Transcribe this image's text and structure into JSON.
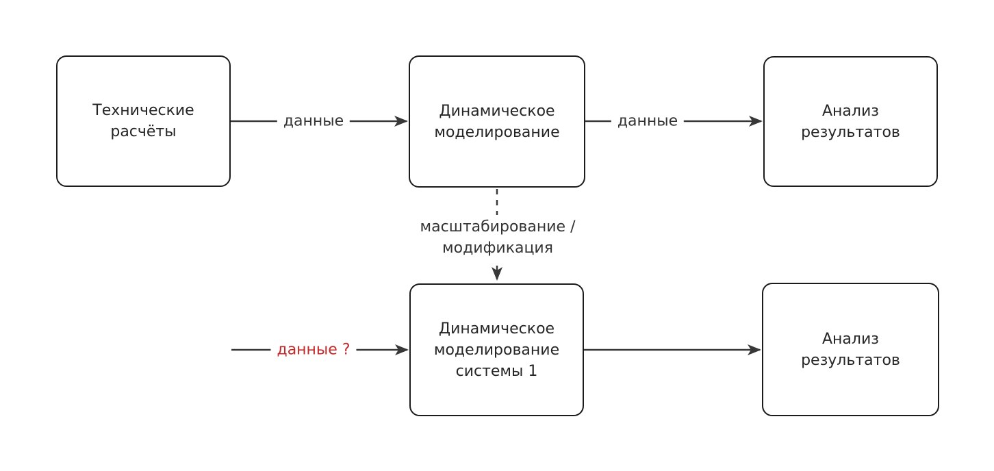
{
  "diagram": {
    "type": "flowchart",
    "direction": "left-to-right, two rows",
    "colors": {
      "background": "#ffffff",
      "node_fill": "#ffffff",
      "node_border": "#1b1b1b",
      "edge_stroke": "#383838",
      "text": "#262626",
      "edge_label_text": "#333333",
      "highlight_label_red": "#c22a2a"
    },
    "nodes": [
      {
        "id": "technical-calculations",
        "label": "Технические\nрасчёты"
      },
      {
        "id": "dynamic-modeling",
        "label": "Динамическое\nмоделирование"
      },
      {
        "id": "results-analysis-top",
        "label": "Анализ\nрезультатов"
      },
      {
        "id": "dynamic-modeling-system-1",
        "label": "Динамическое\nмоделирование\nсистемы 1"
      },
      {
        "id": "results-analysis-bottom",
        "label": "Анализ\nрезультатов"
      }
    ],
    "edges": [
      {
        "from": "technical-calculations",
        "to": "dynamic-modeling",
        "label": "данные",
        "style": "solid-arrow"
      },
      {
        "from": "dynamic-modeling",
        "to": "results-analysis-top",
        "label": "данные",
        "style": "solid-arrow"
      },
      {
        "from": "dynamic-modeling",
        "to": "dynamic-modeling-system-1",
        "label": "масштабирование /\nмодификация",
        "style": "dashed-arrow"
      },
      {
        "from": "external-source",
        "to": "dynamic-modeling-system-1",
        "label": "данные ?",
        "style": "solid-arrow",
        "label_color": "#c22a2a"
      },
      {
        "from": "dynamic-modeling-system-1",
        "to": "results-analysis-bottom",
        "label": "",
        "style": "solid-arrow"
      }
    ]
  }
}
